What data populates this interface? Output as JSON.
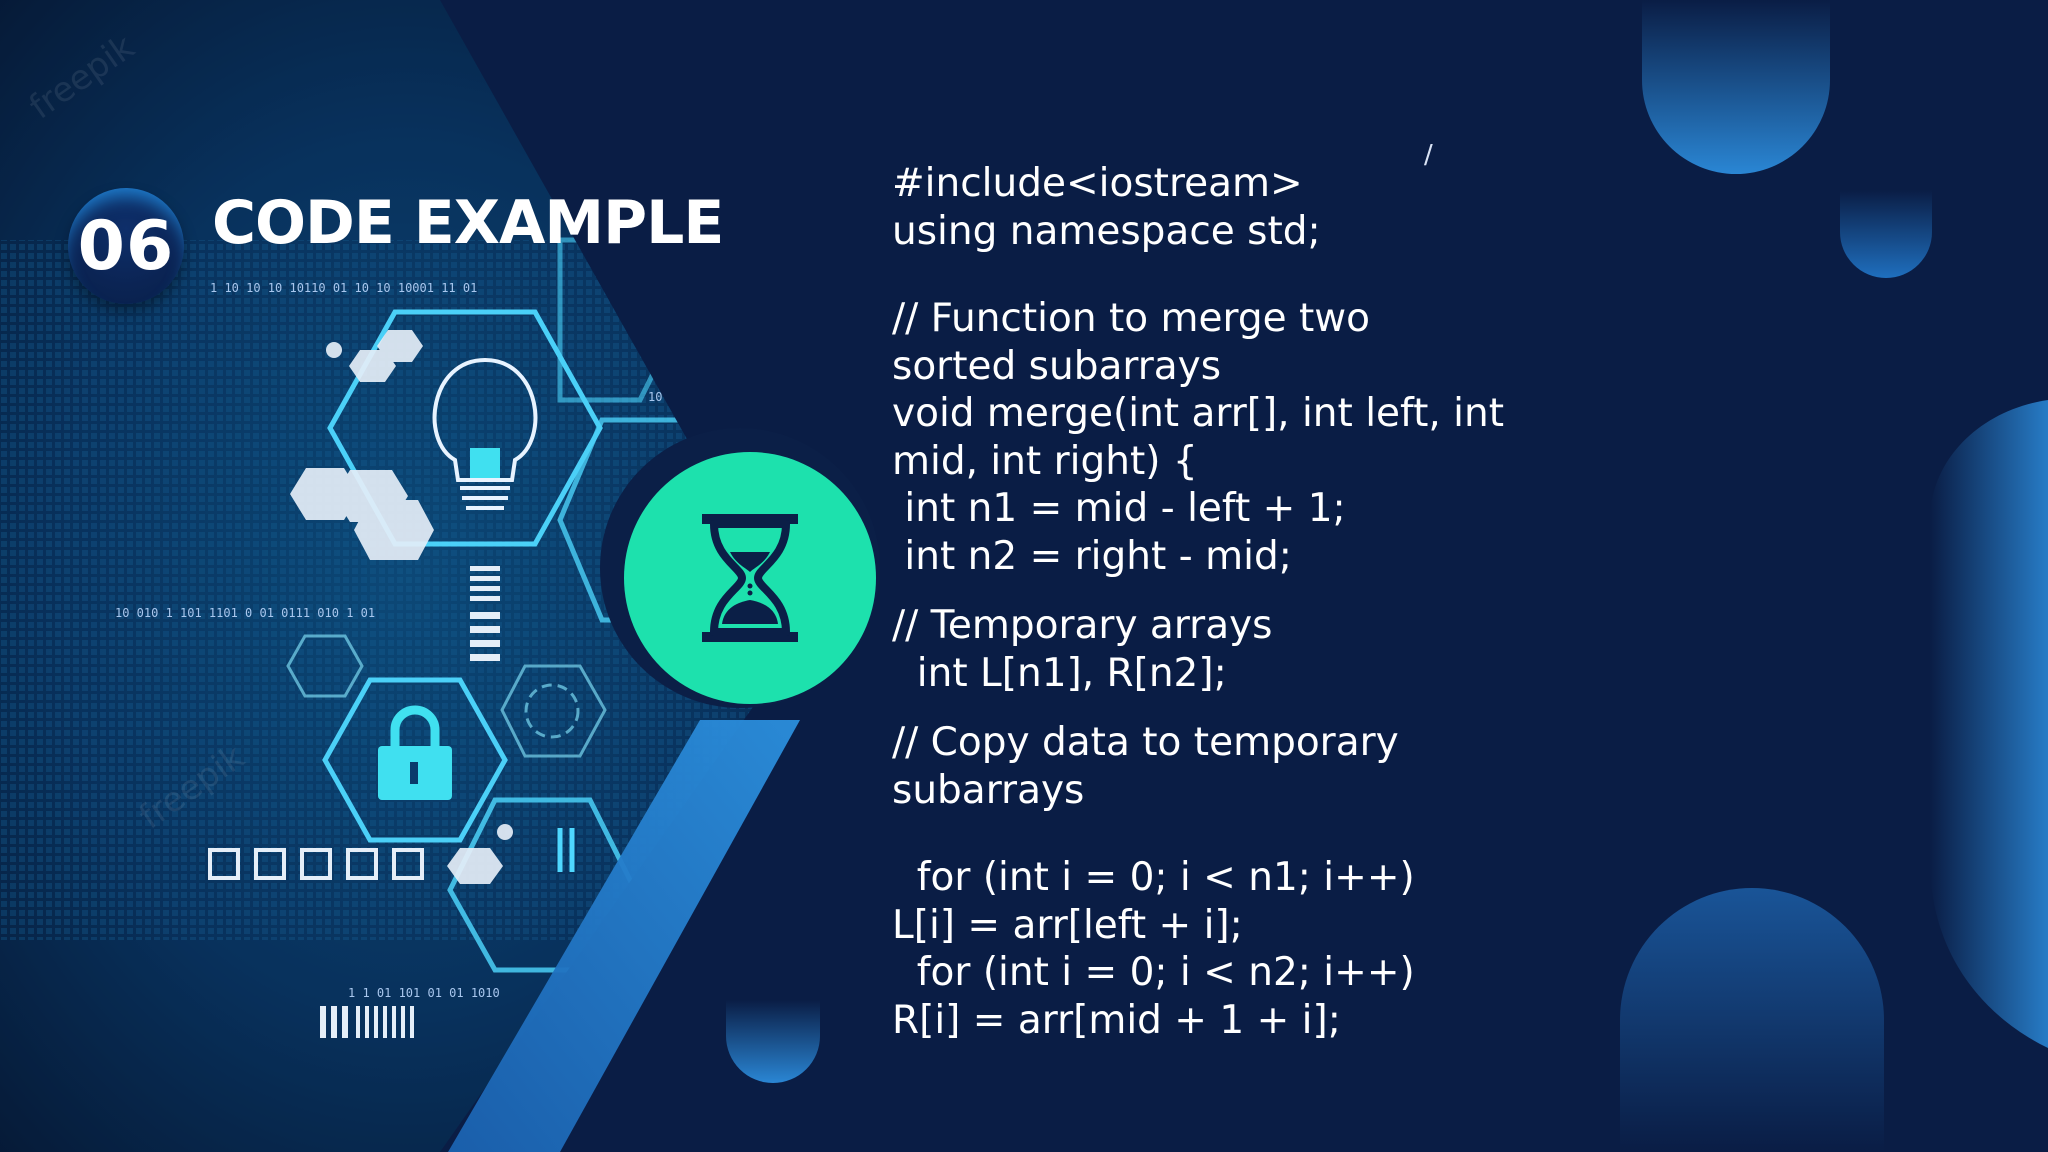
{
  "section": {
    "number": "06",
    "title": "CODE EXAMPLE"
  },
  "corner_mark": "/",
  "icon": {
    "name": "hourglass-icon",
    "bg_color": "#1de1ad",
    "color": "#0b1f47"
  },
  "colors": {
    "background": "#0a1d45",
    "accent_blue": "#1e78c8",
    "teal": "#1de1ad"
  },
  "code_lines": [
    "#include<iostream>",
    "using namespace std;",
    "",
    "// Function to merge two",
    "sorted subarrays",
    "void merge(int arr[], int left, int",
    "mid, int right) {",
    " int n1 = mid - left + 1;",
    " int n2 = right - mid;",
    "",
    "// Temporary arrays",
    "  int L[n1], R[n2];",
    "",
    "// Copy data to temporary",
    "subarrays",
    "",
    "  for (int i = 0; i < n1; i++)",
    "L[i] = arr[left + i];",
    "  for (int i = 0; i < n2; i++)",
    "R[i] = arr[mid + 1 + i];"
  ],
  "image_texts": {
    "watermark": "freepik",
    "binary_top": "1   10 10 10  10110 01 10  10   10001     11 01",
    "binary_mid": "10 010    1 101   1101  0 01   0111    010     1  01",
    "binary_bottom": "1 1   01        101  01  01  1010",
    "binary_side": "10"
  }
}
